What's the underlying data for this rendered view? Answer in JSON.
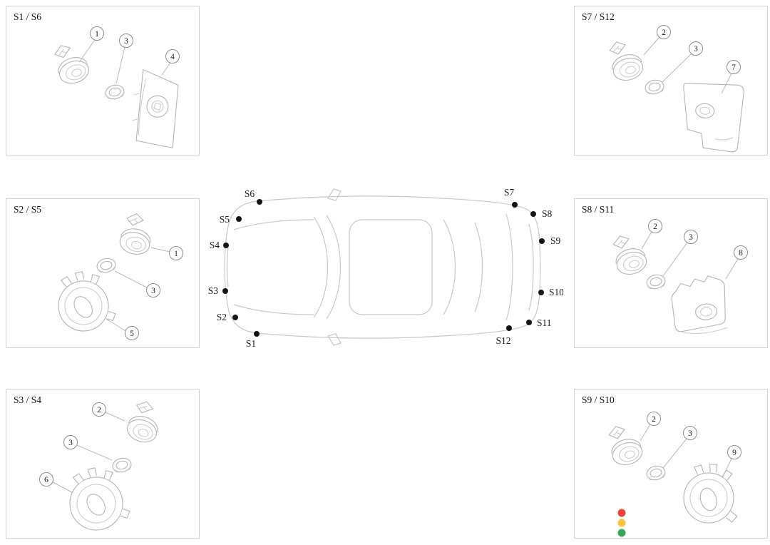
{
  "page": {
    "background": "#ffffff"
  },
  "panels": [
    {
      "label": "S1 / S6",
      "callouts": [
        "1",
        "3",
        "4"
      ]
    },
    {
      "label": "S2 / S5",
      "callouts": [
        "1",
        "3",
        "5"
      ]
    },
    {
      "label": "S3 / S4",
      "callouts": [
        "2",
        "3",
        "6"
      ]
    },
    {
      "label": "S7 / S12",
      "callouts": [
        "2",
        "3",
        "7"
      ]
    },
    {
      "label": "S8 / S11",
      "callouts": [
        "2",
        "3",
        "8"
      ]
    },
    {
      "label": "S9 / S10",
      "callouts": [
        "2",
        "3",
        "9"
      ]
    }
  ],
  "car": {
    "markers": [
      {
        "label": "S6"
      },
      {
        "label": "S5"
      },
      {
        "label": "S4"
      },
      {
        "label": "S3"
      },
      {
        "label": "S2"
      },
      {
        "label": "S1"
      },
      {
        "label": "S7"
      },
      {
        "label": "S8"
      },
      {
        "label": "S9"
      },
      {
        "label": "S10"
      },
      {
        "label": "S11"
      },
      {
        "label": "S12"
      }
    ]
  },
  "watermark": {
    "red": "#e8423c",
    "yellow": "#f4c63f",
    "green": "#3aa45c"
  }
}
